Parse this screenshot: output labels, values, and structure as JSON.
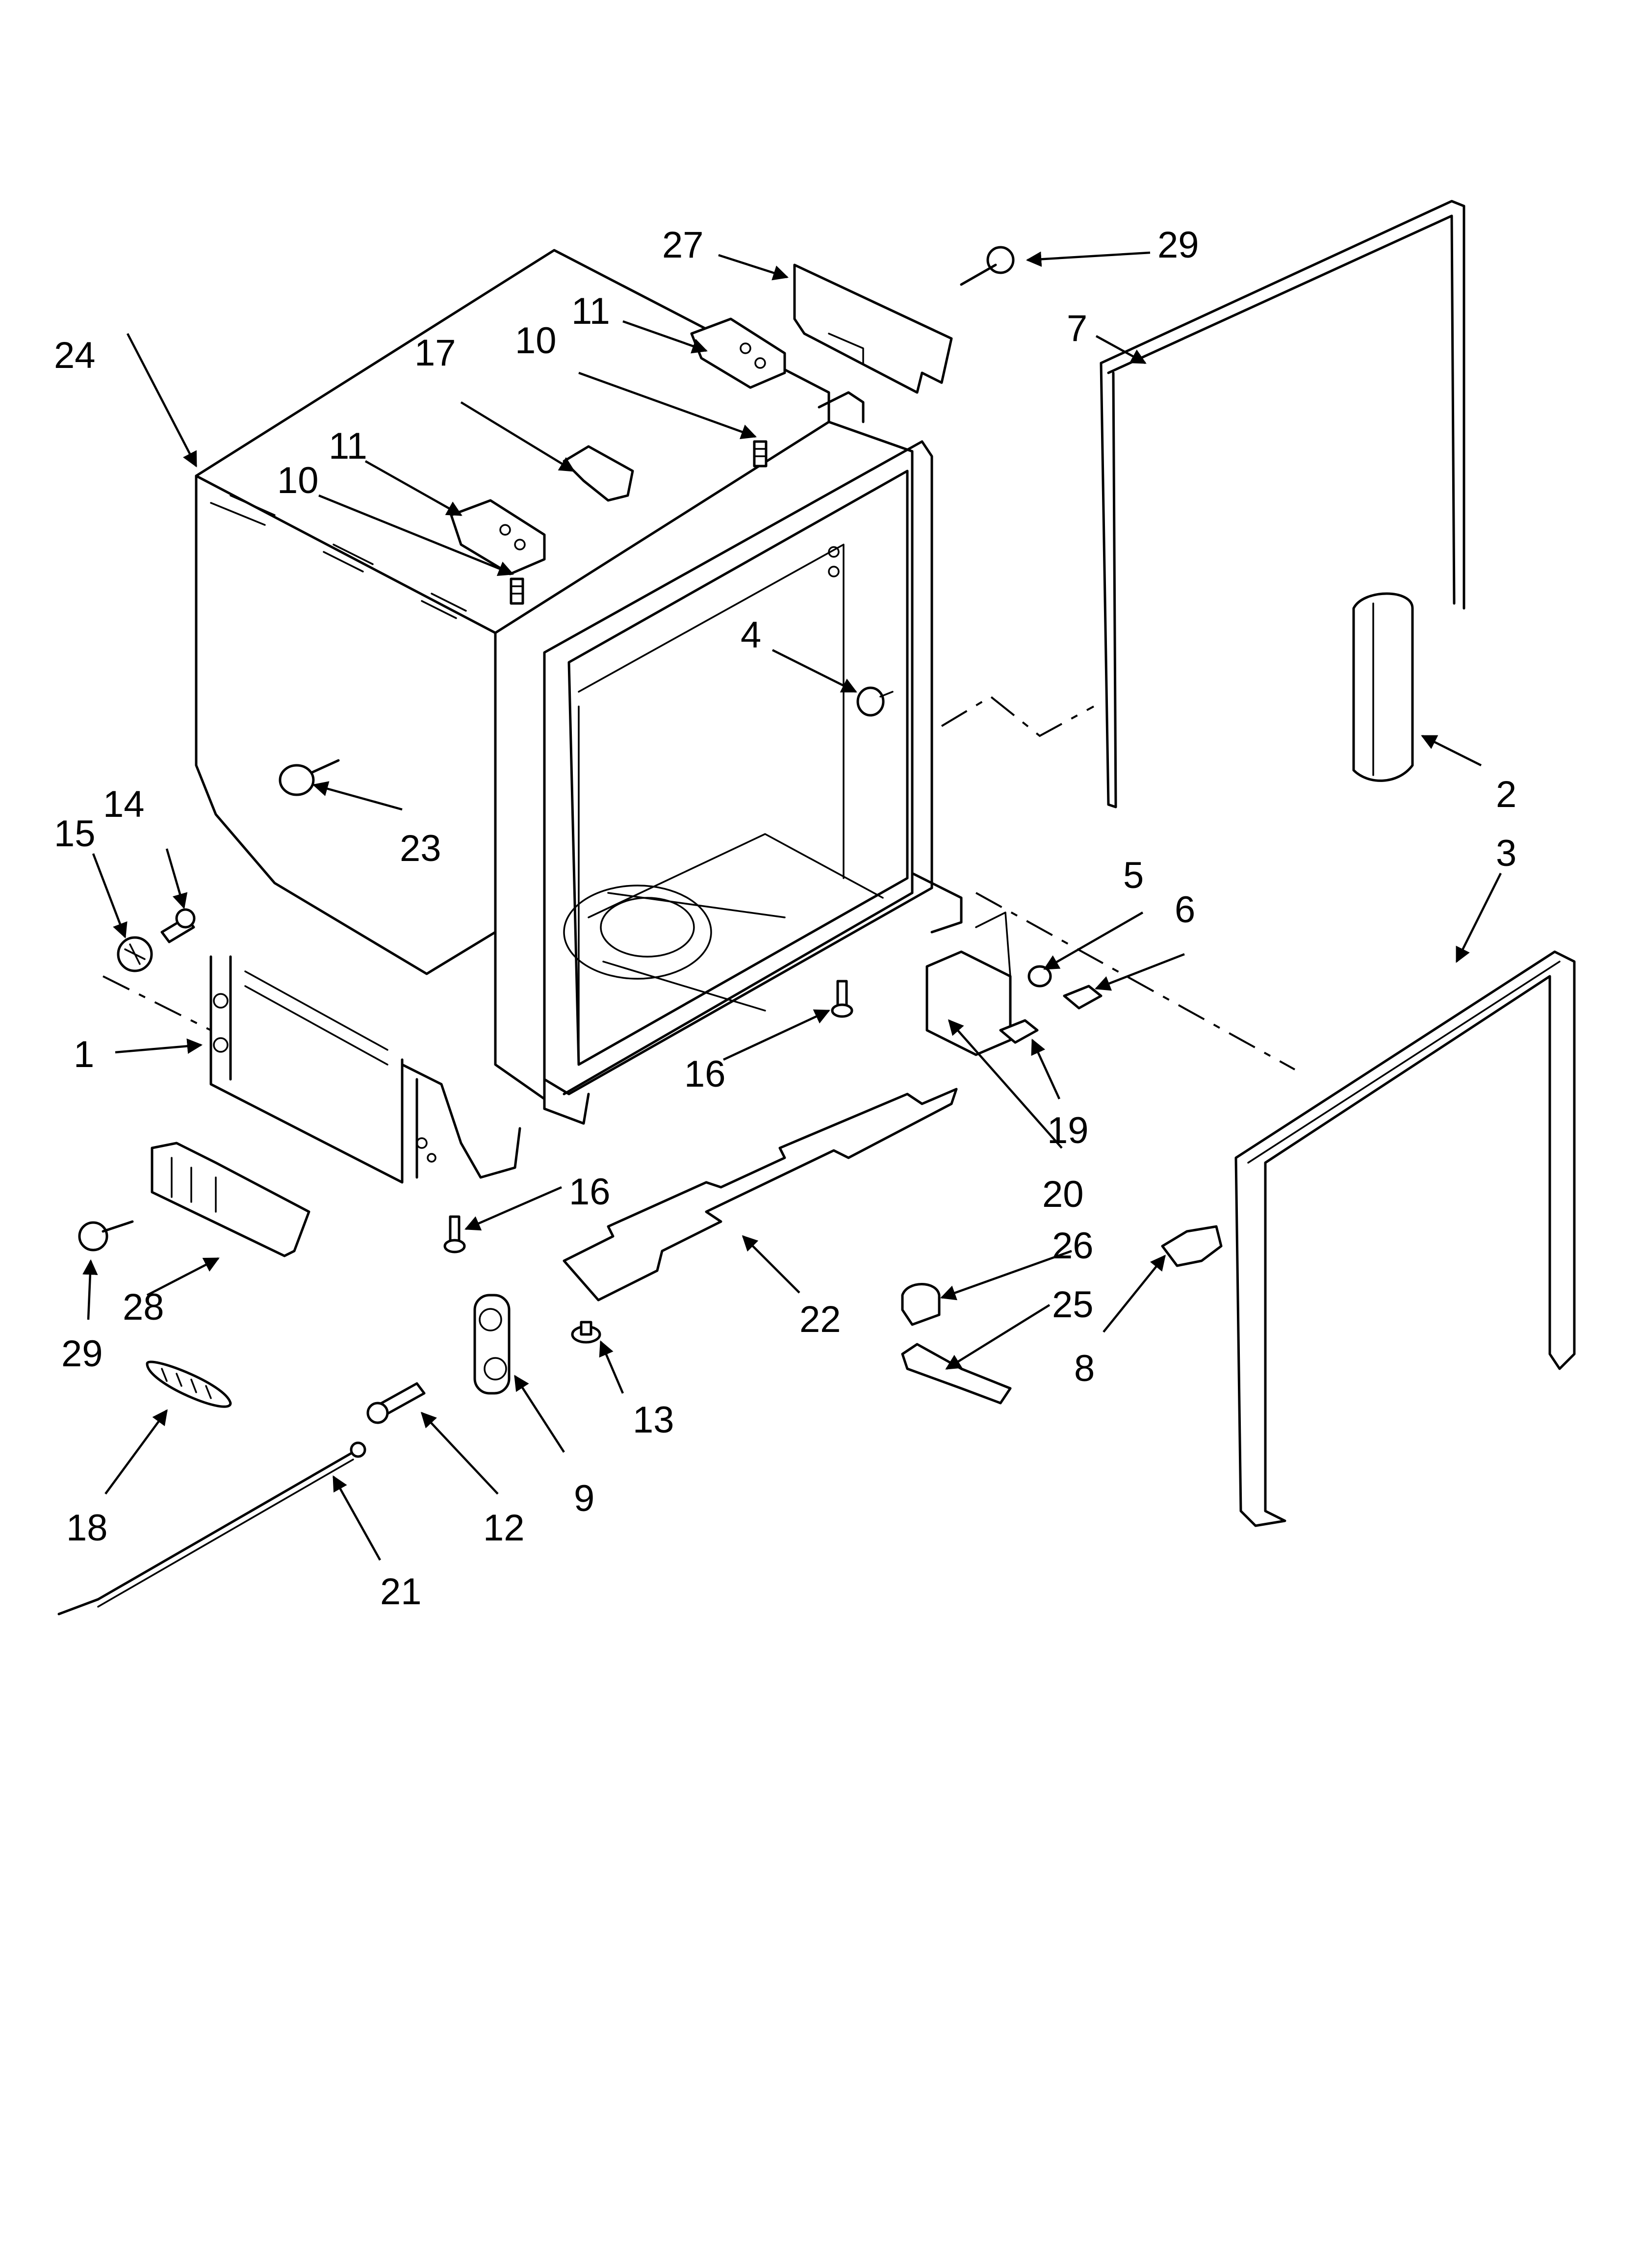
{
  "diagram": {
    "callouts": [
      "1",
      "2",
      "3",
      "4",
      "5",
      "6",
      "7",
      "8",
      "9",
      "10",
      "10",
      "11",
      "11",
      "12",
      "13",
      "14",
      "15",
      "16",
      "16",
      "17",
      "18",
      "19",
      "20",
      "21",
      "22",
      "23",
      "24",
      "25",
      "26",
      "27",
      "28",
      "29",
      "29"
    ]
  }
}
